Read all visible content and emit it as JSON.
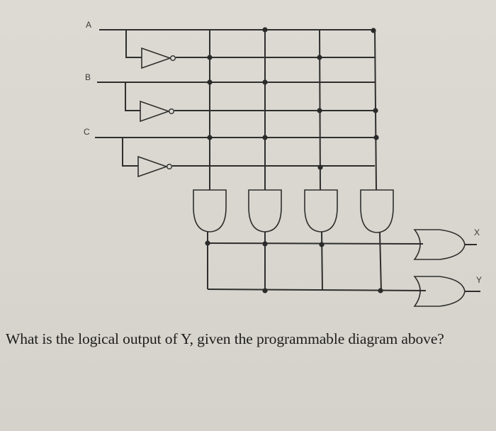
{
  "diagram": {
    "title": "Programmable logic array (PLA) diagram",
    "inputs": [
      {
        "name": "A",
        "label": "A"
      },
      {
        "name": "B",
        "label": "B"
      },
      {
        "name": "C",
        "label": "C"
      }
    ],
    "input_lines": [
      "A",
      "A'",
      "B",
      "B'",
      "C",
      "C'"
    ],
    "product_terms": [
      {
        "id": "P1",
        "connections": [
          "A'",
          "B",
          "C"
        ],
        "expression": "A'BC"
      },
      {
        "id": "P2",
        "connections": [
          "A",
          "B",
          "C"
        ],
        "expression": "ABC"
      },
      {
        "id": "P3",
        "connections": [
          "A'",
          "B'",
          "C'"
        ],
        "expression": "A'B'C'"
      },
      {
        "id": "P4",
        "connections": [
          "A",
          "B'",
          "C"
        ],
        "expression": "AB'C"
      }
    ],
    "outputs": [
      {
        "name": "X",
        "label": "X",
        "connections": [
          "P1",
          "P2",
          "P3"
        ]
      },
      {
        "name": "Y",
        "label": "Y",
        "connections": [
          "P2",
          "P4"
        ]
      }
    ],
    "line_color": "#2e2e2e",
    "background_color": "#d9d7cf"
  },
  "question": {
    "text": "What is the logical output of Y, given the programmable diagram above?"
  }
}
